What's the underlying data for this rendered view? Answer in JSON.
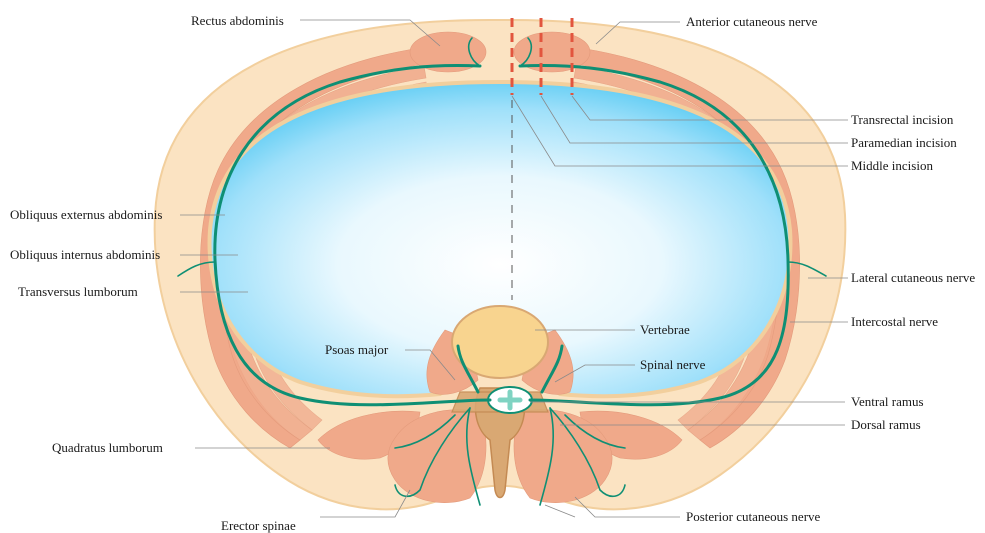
{
  "labels": {
    "rectus_abdominis": "Rectus abdominis",
    "anterior_cutaneous_nerve": "Anterior cutaneous nerve",
    "transrectal_incision": "Transrectal incision",
    "paramedian_incision": "Paramedian incision",
    "middle_incision": "Middle incision",
    "obliquus_externus": "Obliquus externus abdominis",
    "obliquus_internus": "Obliquus internus abdominis",
    "transversus_lumborum": "Transversus lumborum",
    "lateral_cutaneous_nerve": "Lateral cutaneous nerve",
    "intercostal_nerve": "Intercostal nerve",
    "vertebrae": "Vertebrae",
    "psoas_major": "Psoas major",
    "spinal_nerve": "Spinal nerve",
    "ventral_ramus": "Ventral ramus",
    "dorsal_ramus": "Dorsal ramus",
    "quadratus_lumborum": "Quadratus lumborum",
    "erector_spinae": "Erector spinae",
    "posterior_cutaneous_nerve": "Posterior cutaneous nerve"
  },
  "colors": {
    "skin": "#fbe3c2",
    "skin_edge": "#f2cf9d",
    "muscle": "#f0a98a",
    "nerve": "#0f8f74",
    "incision": "#e2553e",
    "cavity_edge": "#5ccdf3",
    "vertebra_body": "#f8d48f",
    "vertebra_arch": "#d9a873"
  }
}
